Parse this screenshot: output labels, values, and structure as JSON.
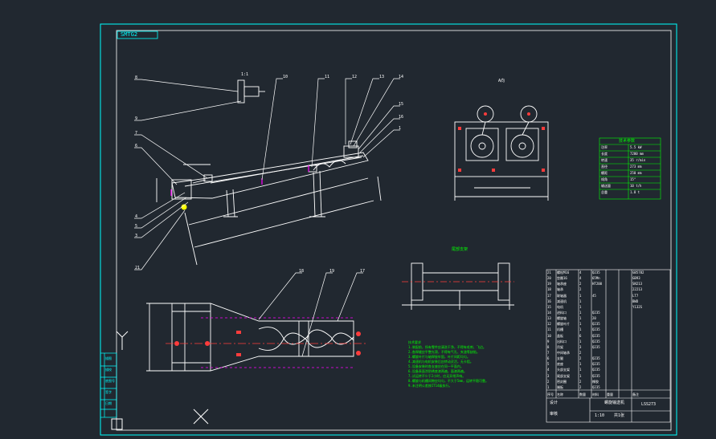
{
  "drawing": {
    "corner_tag": "SMTG2",
    "colors": {
      "background": "#212830",
      "frame": "#00ffff",
      "inner_frame": "#ffffff",
      "geometry": "#ffffff",
      "leaders": "#ffffff",
      "centerline": "#ff3c3c",
      "accent": "#ff00ff",
      "notes": "#00ff00",
      "hatch": "#ffff00"
    }
  },
  "balloons": [
    "8",
    "9",
    "7",
    "6",
    "4",
    "5",
    "3",
    "21",
    "10",
    "11",
    "12",
    "13",
    "14",
    "15",
    "16",
    "1",
    "18",
    "19",
    "17"
  ],
  "views": {
    "side_view_title": "A向",
    "detail_title": "1:1",
    "bracket_title": "尾部支架"
  },
  "spec_table": {
    "title": "技术参数",
    "rows": [
      [
        "功率",
        "5.5 kW"
      ],
      [
        "长度",
        "7200 mm"
      ],
      [
        "转速",
        "35 r/min"
      ],
      [
        "直径",
        "273 mm"
      ],
      [
        "螺距",
        "250 mm"
      ],
      [
        "倾角",
        "15°"
      ],
      [
        "输送量",
        "10 t/h"
      ],
      [
        "总重",
        "1.8 t"
      ]
    ]
  },
  "notes": {
    "title": "技术要求",
    "lines": [
      "1.装配前，所有零件应清洗干净，不得有毛刺、飞边。",
      "2.各焊缝应平整光滑，不得有气孔、夹渣等缺陷。",
      "3.螺旋叶片与轴焊接牢固，叶片间距均匀。",
      "4.减速机与电机安装后应转动灵活，无卡阻。",
      "5.设备安装时各支座应在同一平面内。",
      "6.设备表面涂防锈底漆两遍，面漆两遍。",
      "7.试运转不少于2小时，应无异常声响。",
      "8.螺旋与机槽间隙应均匀，不大于5mm，运转平稳可靠。",
      "9.未注明公差按IT14级执行。"
    ]
  },
  "bom": {
    "rows": [
      [
        "21",
        "螺栓M16",
        "4",
        "Q235",
        "",
        "GB5782"
      ],
      [
        "20",
        "垫圈16",
        "4",
        "65Mn",
        "",
        "GB93"
      ],
      [
        "19",
        "轴承座",
        "2",
        "HT200",
        "",
        "SN213"
      ],
      [
        "18",
        "轴承",
        "2",
        "",
        "",
        "22213"
      ],
      [
        "17",
        "联轴器",
        "1",
        "45",
        "",
        "LT7"
      ],
      [
        "16",
        "减速机",
        "1",
        "",
        "",
        "BWD"
      ],
      [
        "15",
        "电机",
        "1",
        "",
        "",
        "Y132S"
      ],
      [
        "14",
        "进料口",
        "1",
        "Q235",
        "",
        ""
      ],
      [
        "13",
        "螺旋轴",
        "1",
        "20",
        "",
        ""
      ],
      [
        "12",
        "螺旋叶片",
        "1",
        "Q235",
        "",
        ""
      ],
      [
        "11",
        "机槽",
        "1",
        "Q235",
        "",
        ""
      ],
      [
        "10",
        "盖板",
        "6",
        "Q235",
        "",
        ""
      ],
      [
        "9",
        "出料口",
        "1",
        "Q235",
        "",
        ""
      ],
      [
        "8",
        "吊架",
        "3",
        "Q235",
        "",
        ""
      ],
      [
        "7",
        "中间轴承",
        "2",
        "",
        "",
        ""
      ],
      [
        "6",
        "支腿",
        "2",
        "Q235",
        "",
        ""
      ],
      [
        "5",
        "底座",
        "1",
        "Q235",
        "",
        ""
      ],
      [
        "4",
        "头部支架",
        "1",
        "Q235",
        "",
        ""
      ],
      [
        "3",
        "尾部支架",
        "1",
        "Q235",
        "",
        ""
      ],
      [
        "2",
        "密封圈",
        "2",
        "橡胶",
        "",
        ""
      ],
      [
        "1",
        "端板",
        "2",
        "Q235",
        "",
        ""
      ]
    ],
    "header": [
      "序号",
      "名称",
      "数量",
      "材料",
      "重量",
      "备注"
    ],
    "title_block": {
      "name": "螺旋输送机",
      "drawing_no": "LSS273",
      "scale": "1:10",
      "sheet": "共1张",
      "designer": "设计",
      "checker": "审核"
    }
  },
  "side_stamp": [
    "描图",
    "描校",
    "底图号",
    "签字",
    "日期"
  ]
}
